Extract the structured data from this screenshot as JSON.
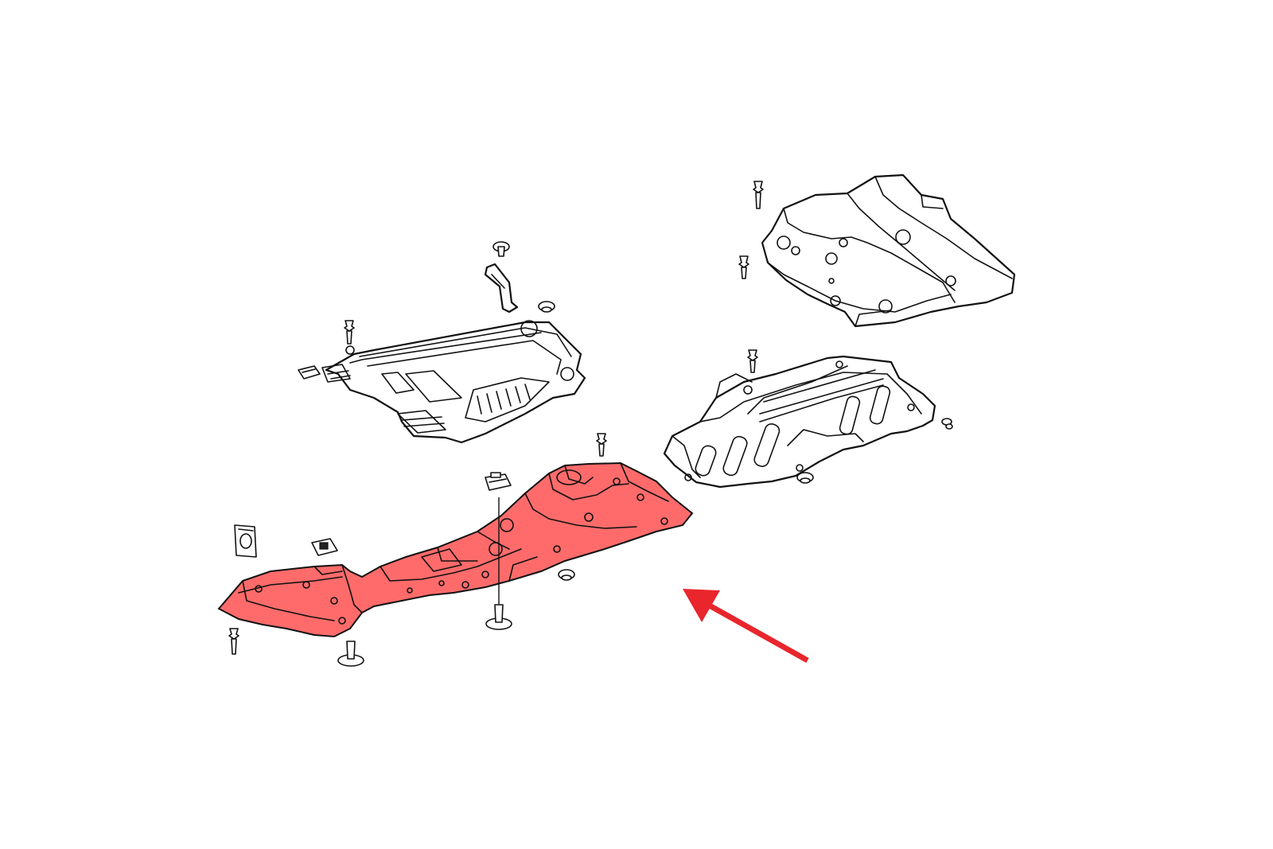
{
  "diagram": {
    "highlight_color": "#ff3b3b",
    "highlight_fill": "#ff6b6b",
    "arrow_color": "#e8262c",
    "line_color": "#111111",
    "background_color": "#ffffff",
    "parts": [
      {
        "id": "front-undercover",
        "icon": "underbody-panel-front"
      },
      {
        "id": "rear-tank-cover",
        "icon": "underbody-panel-rear"
      },
      {
        "id": "center-floor-shield",
        "icon": "underbody-panel-center"
      },
      {
        "id": "highlighted-side-undercover",
        "icon": "underbody-panel-highlighted",
        "highlighted": true
      }
    ],
    "fasteners": [
      {
        "type": "screw",
        "icon": "screw-icon"
      },
      {
        "type": "clip",
        "icon": "clip-icon"
      },
      {
        "type": "nut",
        "icon": "nut-icon"
      },
      {
        "type": "bolt",
        "icon": "bolt-icon"
      }
    ],
    "pointer": {
      "icon": "arrow-icon"
    }
  }
}
